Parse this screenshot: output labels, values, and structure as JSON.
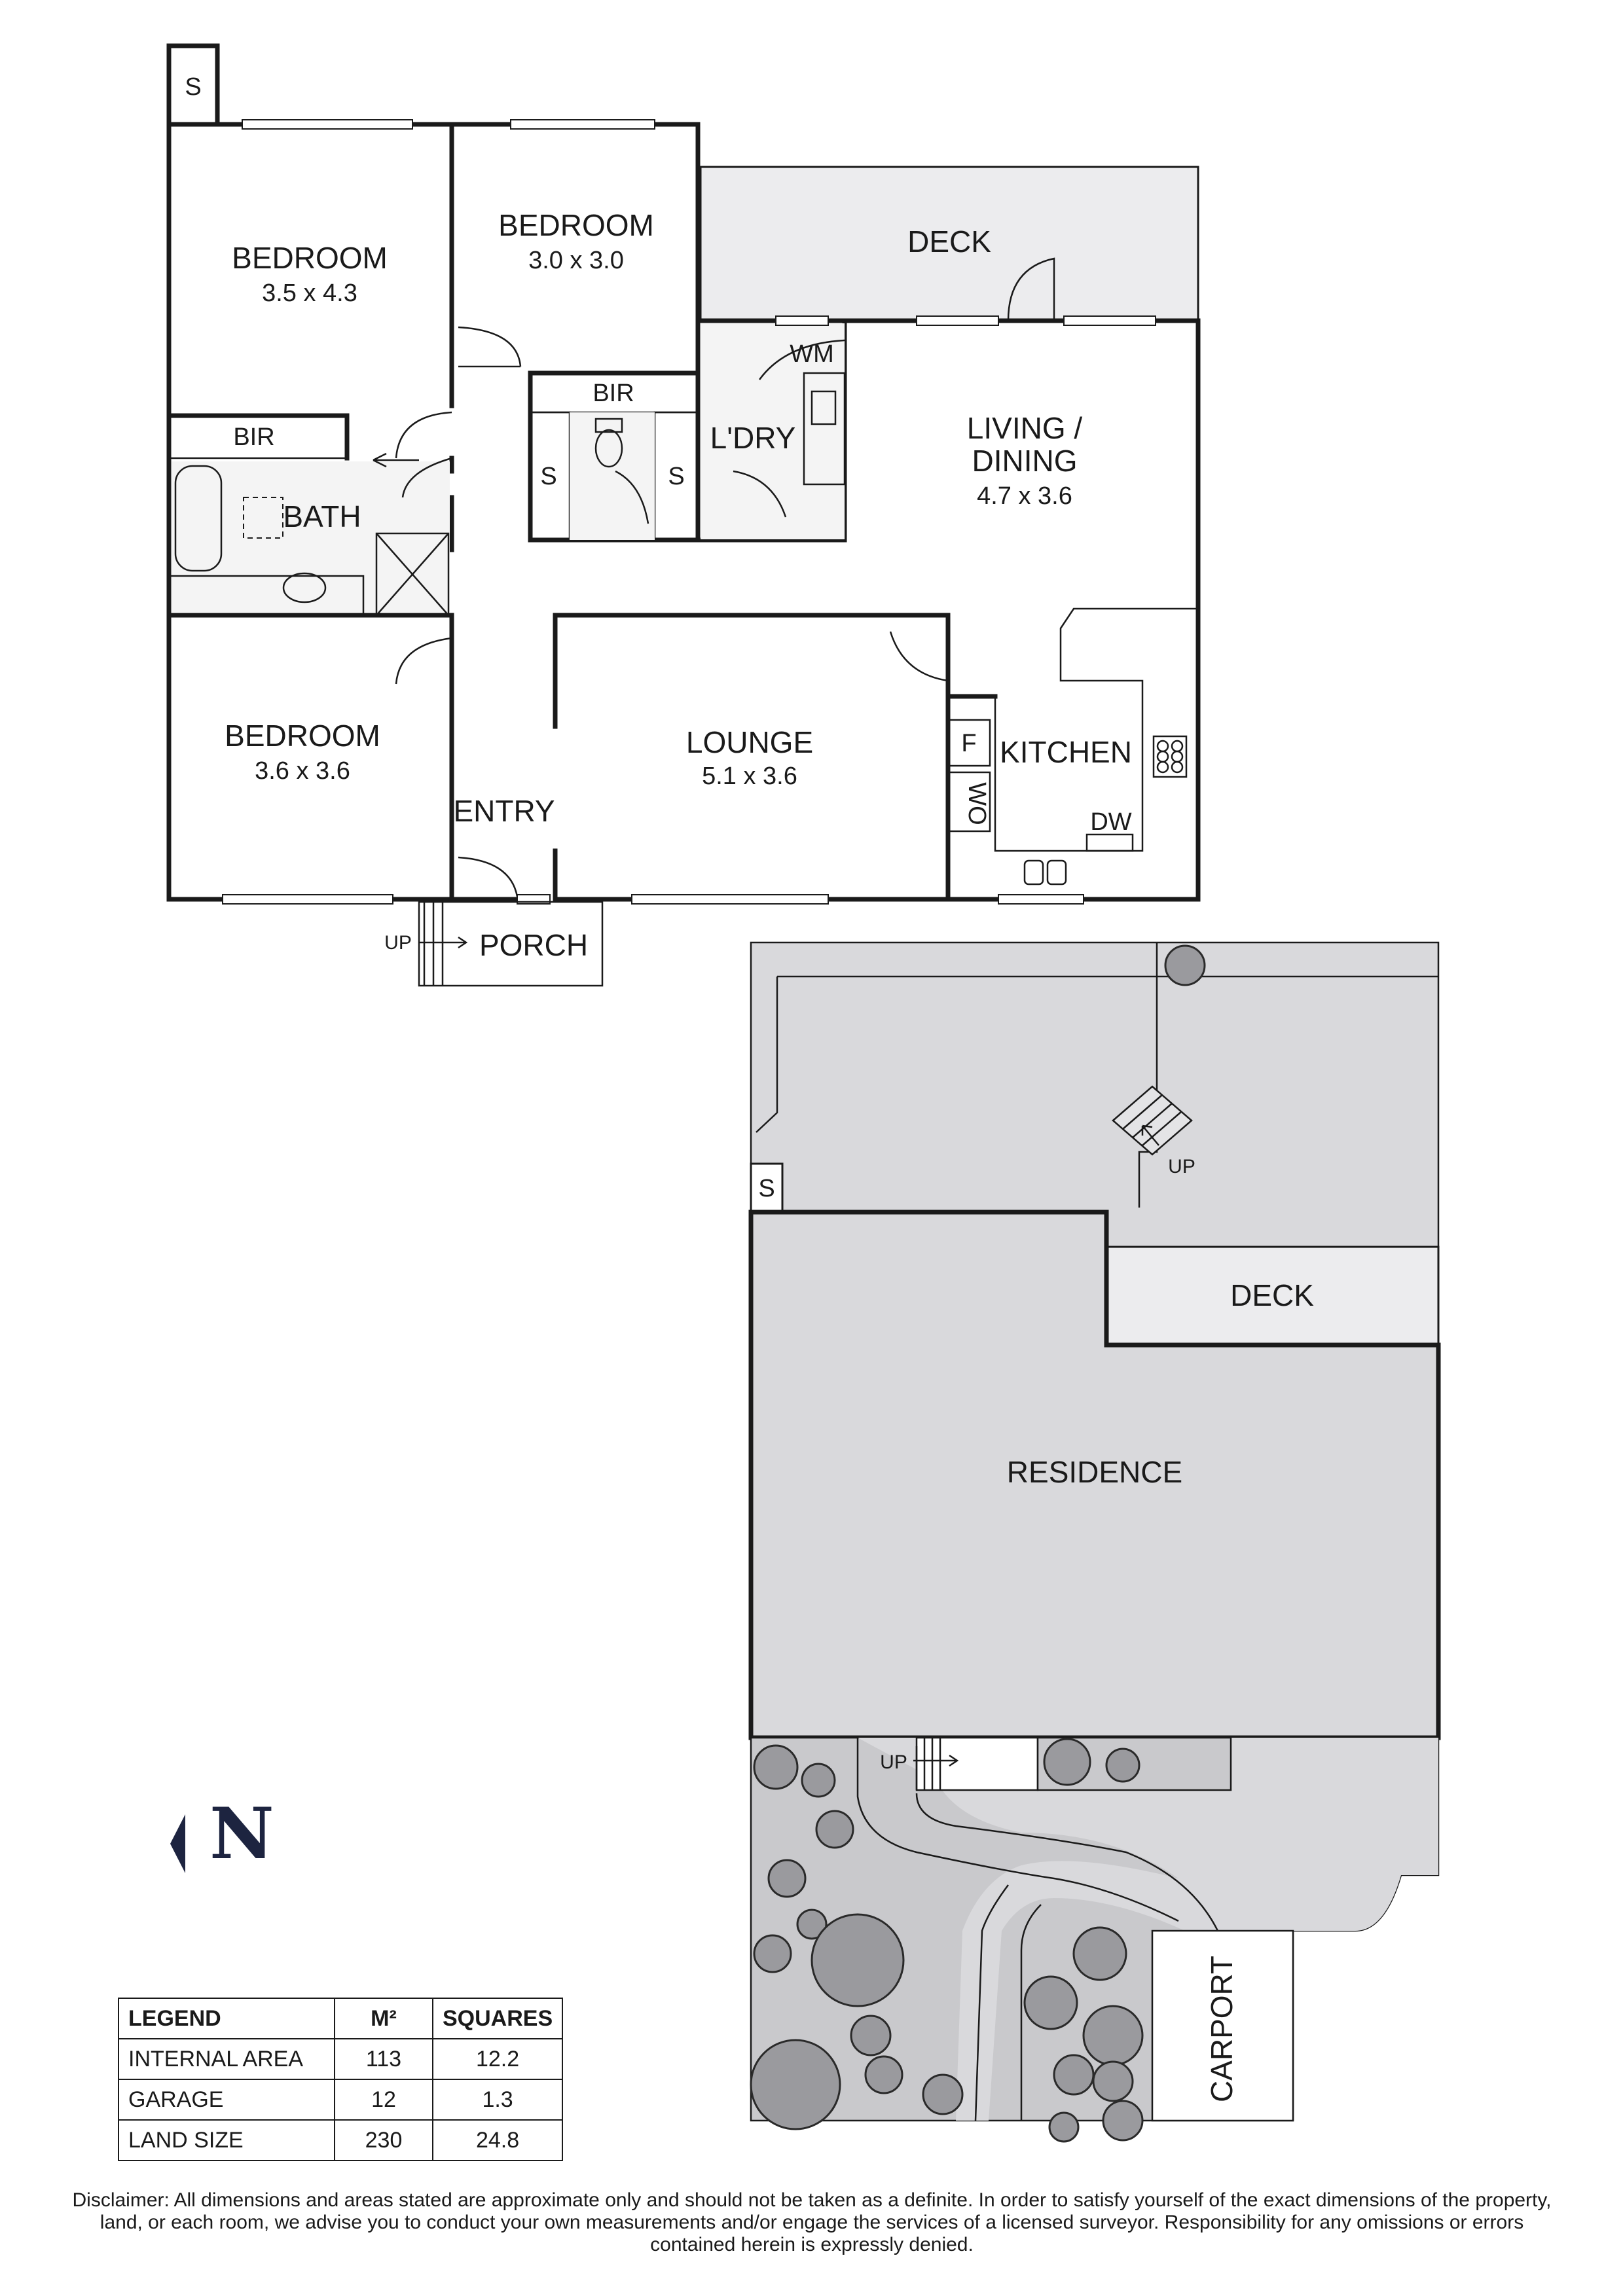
{
  "floorplan": {
    "rooms": {
      "bedroom1": {
        "name": "BEDROOM",
        "size": "3.5 x 4.3"
      },
      "bedroom2": {
        "name": "BEDROOM",
        "size": "3.0 x 3.0"
      },
      "bedroom3": {
        "name": "BEDROOM",
        "size": "3.6 x 3.6"
      },
      "deck": {
        "name": "DECK"
      },
      "living": {
        "name_line1": "LIVING /",
        "name_line2": "DINING",
        "size": "4.7 x 3.6"
      },
      "lounge": {
        "name": "LOUNGE",
        "size": "5.1 x 3.6"
      },
      "kitchen": {
        "name": "KITCHEN"
      },
      "bath": {
        "name": "BATH"
      },
      "laundry": {
        "name": "L'DRY"
      },
      "entry": {
        "name": "ENTRY"
      },
      "porch": {
        "name": "PORCH"
      }
    },
    "fixtures": {
      "bir_top": "BIR",
      "bir_left": "BIR",
      "wm": "WM",
      "store_top": "S",
      "store_left": "S",
      "store_right": "S",
      "fridge": "F",
      "wall_oven": "WO",
      "dishwasher": "DW",
      "up": "UP"
    }
  },
  "siteplan": {
    "residence": "RESIDENCE",
    "deck": "DECK",
    "carport": "CARPORT",
    "store": "S",
    "up_back": "UP",
    "up_front": "UP"
  },
  "compass": {
    "letter": "N"
  },
  "legend": {
    "headers": [
      "LEGEND",
      "M²",
      "SQUARES"
    ],
    "rows": [
      {
        "label": "INTERNAL AREA",
        "m2": "113",
        "squares": "12.2"
      },
      {
        "label": "GARAGE",
        "m2": "12",
        "squares": "1.3"
      },
      {
        "label": "LAND SIZE",
        "m2": "230",
        "squares": "24.8"
      }
    ]
  },
  "disclaimer": "Disclaimer: All dimensions and areas stated are approximate only and should not be taken as a definite. In order to satisfy yourself of the exact dimensions of the property, land, or each room, we advise you to conduct your own measurements and/or engage the services of a licensed surveyor. Responsibility for any omissions or errors contained herein is expressly denied.",
  "colors": {
    "ink": "#1a1a1a",
    "site_fill": "#d9d9dc",
    "deck_fill": "#ececee",
    "garden_fill": "#c9c9cc",
    "navy": "#1d2440"
  }
}
